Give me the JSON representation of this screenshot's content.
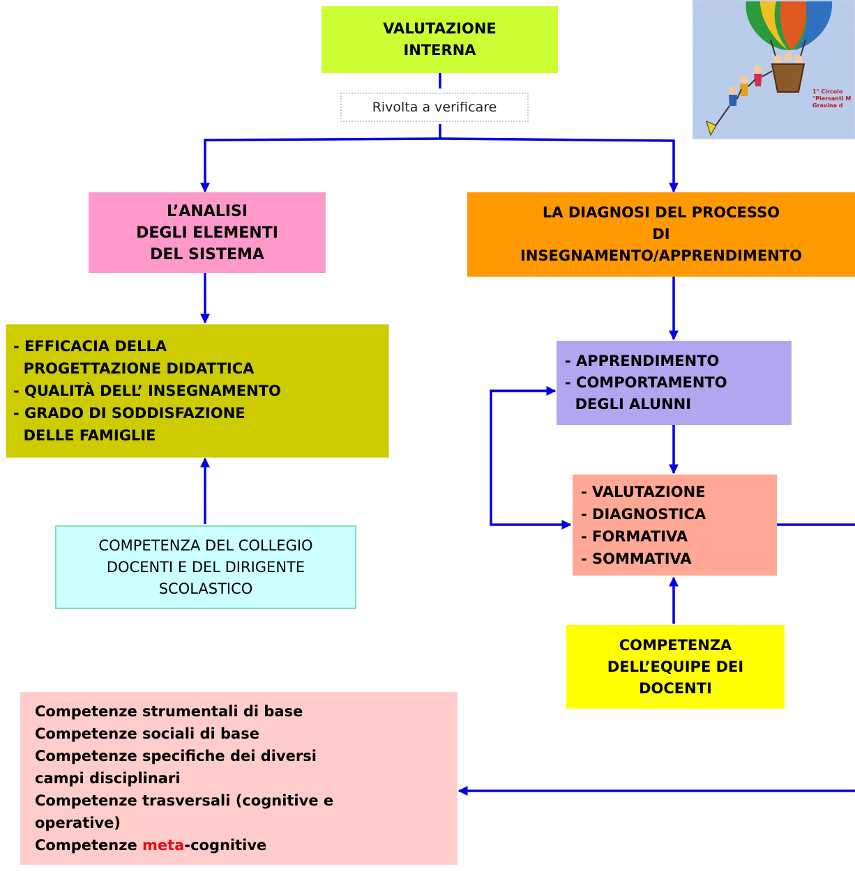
{
  "nodes": {
    "valutazione_interna": [
      "VALUTAZIONE",
      "INTERNA"
    ],
    "analisi": [
      "L’ANALISI",
      "DEGLI ELEMENTI",
      "DEL SISTEMA"
    ],
    "diagnosi": [
      "LA DIAGNOSI DEL PROCESSO",
      "DI",
      "INSEGNAMENTO/APPRENDIMENTO"
    ],
    "efficacia": [
      "- EFFICACIA DELLA",
      "  PROGETTAZIONE DIDATTICA",
      "- QUALITÀ DELL’ INSEGNAMENTO",
      "- GRADO DI SODDISFAZIONE",
      "  DELLE FAMIGLIE"
    ],
    "apprendimento": [
      "- APPRENDIMENTO",
      "- COMPORTAMENTO",
      "  DEGLI ALUNNI"
    ],
    "valutazione_tipi": [
      "- VALUTAZIONE",
      "- DIAGNOSTICA",
      "- FORMATIVA",
      "- SOMMATIVA"
    ],
    "competenza_collegio": [
      "COMPETENZA DEL COLLEGIO",
      "DOCENTI E DEL DIRIGENTE",
      "SCOLASTICO"
    ],
    "competenza_equipe": [
      "COMPETENZA",
      "DELL’EQUIPE DEI",
      "DOCENTI"
    ],
    "competenze_list": {
      "line1": "Competenze strumentali di base",
      "line2": "Competenze sociali di base",
      "line3": "Competenze specifiche dei diversi",
      "line4": "campi disciplinari",
      "line5": "Competenze trasversali (cognitive e",
      "line6": "operative)",
      "line7_prefix": "Competenze ",
      "line7_highlight": "meta",
      "line7_suffix": "-cognitive"
    }
  },
  "edge_label": "Rivolta a verificare",
  "logo": {
    "lines": [
      "1° Circolo",
      "\"Piersanti M",
      "Gravina d"
    ]
  },
  "colors": {
    "valutazione_interna": "#ccff33",
    "analisi": "#ff99cc",
    "diagnosi": "#ff9900",
    "efficacia": "#cccc00",
    "apprendimento": "#b3a6f0",
    "valutazione_tipi": "#ffa896",
    "competenza_collegio": "#ccffff",
    "competenza_equipe": "#ffff00",
    "competenze_list": "#ffcccc",
    "arrow": "#0000e6",
    "highlight": "#e01010"
  }
}
